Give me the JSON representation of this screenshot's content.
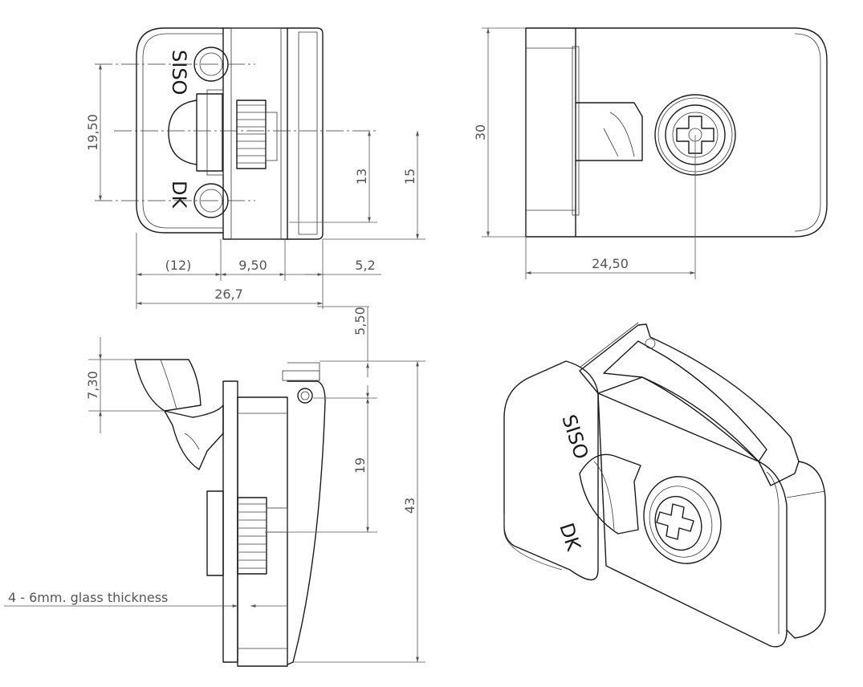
{
  "dimensions": {
    "front_19_50": "19,50",
    "front_13": "13",
    "front_15": "15",
    "front_12": "(12)",
    "front_9_50": "9,50",
    "front_5_2": "5,2",
    "front_26_7": "26,7",
    "side_30": "30",
    "side_24_50": "24,50",
    "bottom_5_50": "5,50",
    "bottom_7_30": "7,30",
    "bottom_19": "19",
    "bottom_43": "43"
  },
  "callouts": {
    "glass_thickness": "4 - 6mm. glass thickness"
  },
  "engraving": {
    "brand_front": "SISO",
    "brand_iso": "SISO",
    "suffix_front": "DK",
    "suffix_iso": "DK"
  },
  "colors": {
    "line": "#1a1a1a",
    "dimension": "#555555",
    "background": "#ffffff"
  }
}
